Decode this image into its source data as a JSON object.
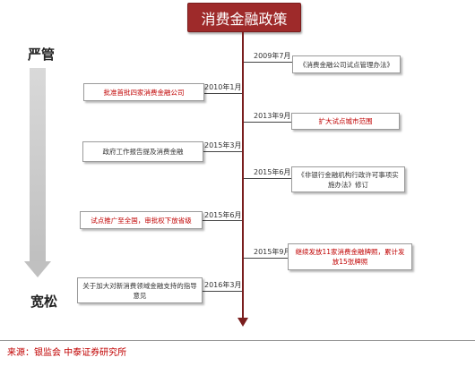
{
  "title": "消费金融政策",
  "scale": {
    "top": "严管",
    "bottom": "宽松"
  },
  "left_events": [
    {
      "date": "2010年1月",
      "text": "批准首批四家消费金融公司",
      "highlight": true
    },
    {
      "date": "2015年3月",
      "text": "政府工作报告提及消费金融",
      "highlight": false
    },
    {
      "date": "2015年6月",
      "text": "试点推广至全国，审批权下放省级",
      "highlight": true
    },
    {
      "date": "2016年3月",
      "text": "关于加大对新消费领域金融支持的指导意见",
      "highlight": false
    }
  ],
  "right_events": [
    {
      "date": "2009年7月",
      "text": "《消费金融公司试点管理办法》",
      "highlight": false
    },
    {
      "date": "2013年9月",
      "text": "扩大试点城市范围",
      "highlight": true
    },
    {
      "date": "2015年6月",
      "text": "《非银行金融机构行政许可事项实施办法》修订",
      "highlight": false
    },
    {
      "date": "2015年9月",
      "text": "继续发放11家消费金融牌照，累计发放15张牌照",
      "highlight": true
    }
  ],
  "footer": "来源：银监会  中泰证券研究所",
  "colors": {
    "title_bg": "#9e2a2a",
    "highlight_text": "#c00000",
    "timeline": "#7a1e1e"
  }
}
